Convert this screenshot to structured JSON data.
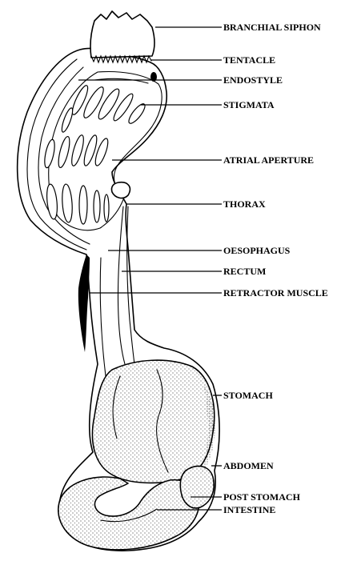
{
  "labels": {
    "branchial_siphon": "BRANCHIAL SIPHON",
    "tentacle": "TENTACLE",
    "endostyle": "ENDOSTYLE",
    "stigmata": "STIGMATA",
    "atrial_aperture": "ATRIAL APERTURE",
    "thorax": "THORAX",
    "oesophagus": "OESOPHAGUS",
    "rectum": "RECTUM",
    "retractor_muscle": "RETRACTOR MUSCLE",
    "stomach": "STOMACH",
    "abdomen": "ABDOMEN",
    "post_stomach": "POST STOMACH",
    "intestine": "INTESTINE"
  },
  "colors": {
    "ink": "#000000",
    "paper": "#ffffff"
  }
}
